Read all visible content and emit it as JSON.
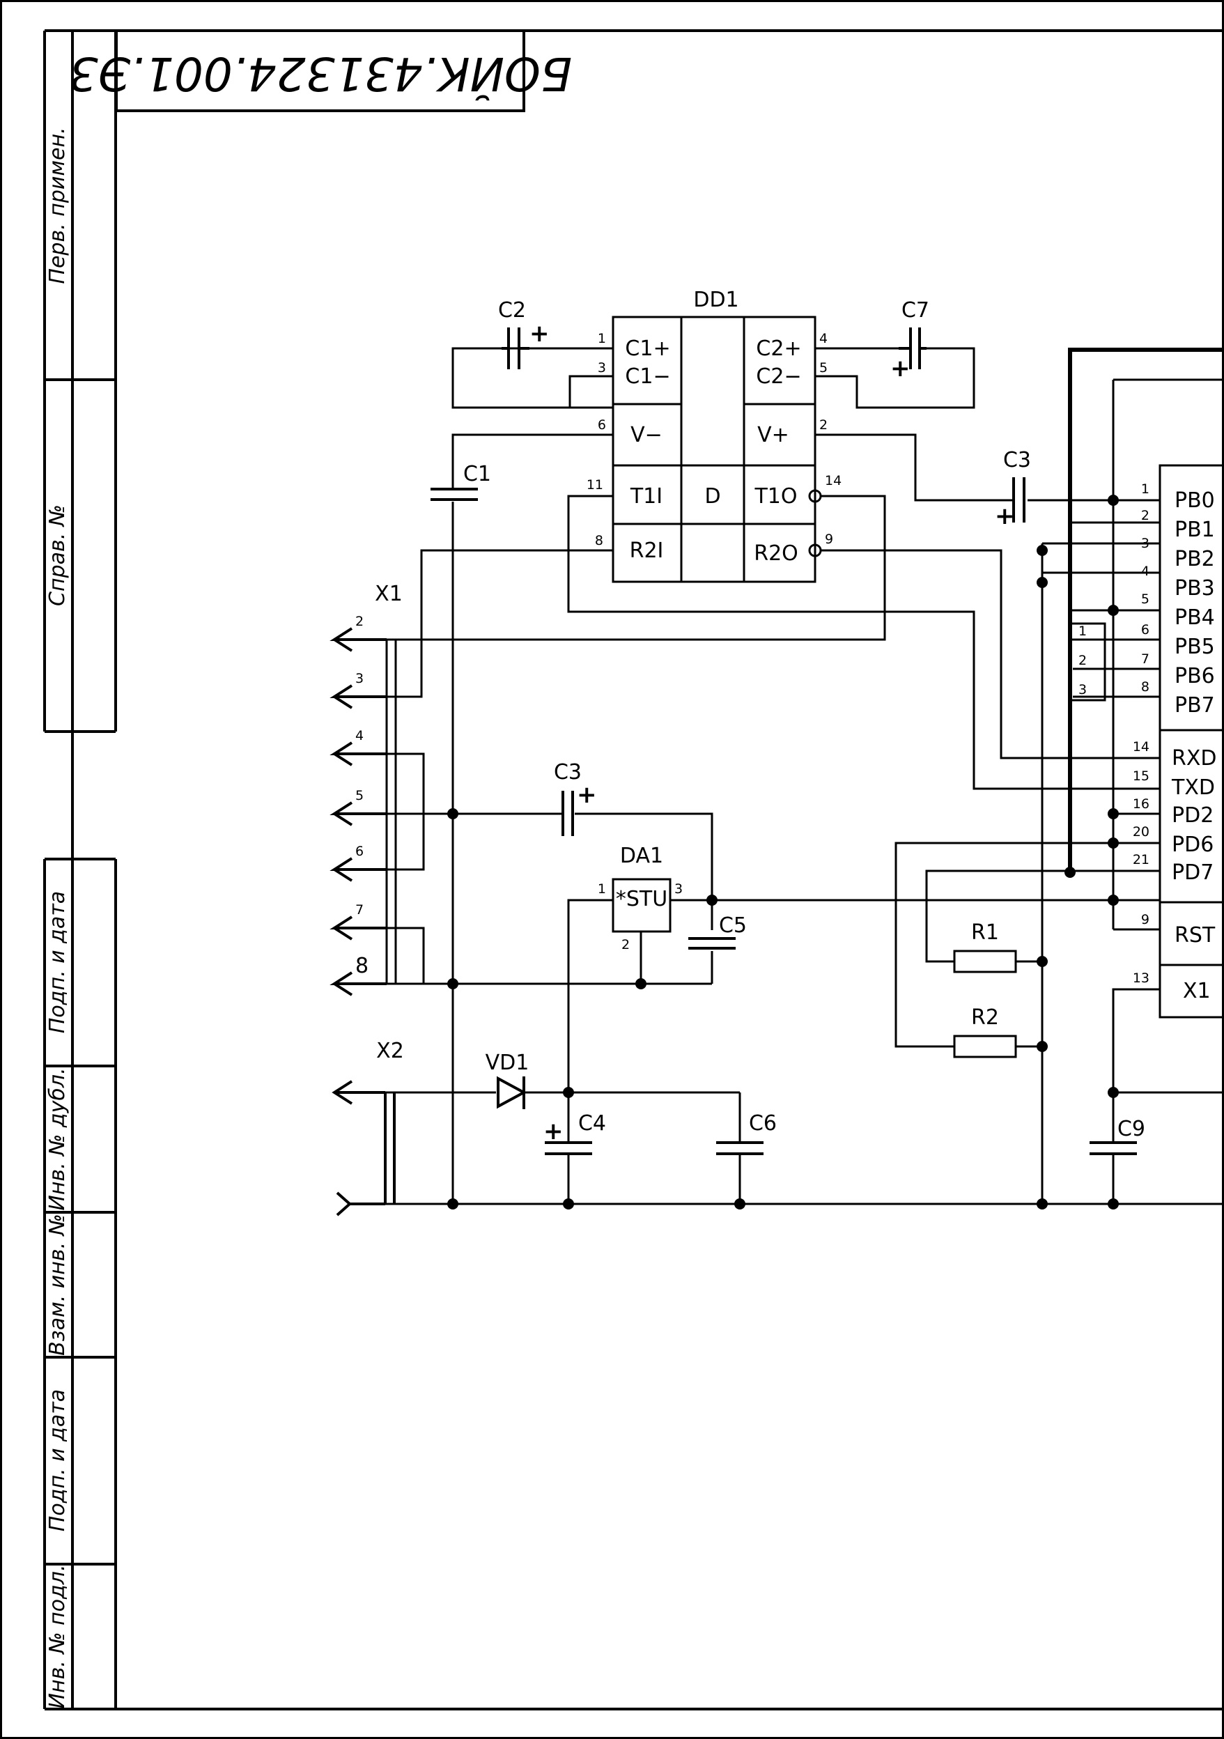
{
  "stamp": {
    "doc_code": "БОЙК.431324.001.Э3"
  },
  "side_columns": [
    "Перв. примен.",
    "Справ. №",
    "Подп. и дата",
    "Инв. № дубл.",
    "Взам. инв. №",
    "Подп. и дата",
    "Инв. № подл."
  ],
  "components": {
    "dd1": {
      "ref": "DD1",
      "cells": {
        "c1p": "C1+",
        "c1m": "C1−",
        "vm": "V−",
        "t1i": "T1I",
        "d": "D",
        "r2i": "R2I",
        "c2p": "C2+",
        "c2m": "C2−",
        "vp": "V+",
        "t1o": "T1O",
        "r2o": "R2O"
      },
      "pins": {
        "p1": "1",
        "p3": "3",
        "p6": "6",
        "p11": "11",
        "p8": "8",
        "p4": "4",
        "p5": "5",
        "p2": "2",
        "p14": "14",
        "p9": "9"
      }
    },
    "da1": {
      "ref": "DA1",
      "body": "*STU",
      "pins": {
        "p1": "1",
        "p2": "2",
        "p3": "3"
      }
    },
    "capacitors": {
      "c1": "C1",
      "c2": "C2",
      "c3a": "C3",
      "c3b": "C3",
      "c4": "C4",
      "c5": "C5",
      "c6": "C6",
      "c7": "C7",
      "c9": "C9"
    },
    "resistors": {
      "r1": "R1",
      "r2": "R2"
    },
    "diode": {
      "ref": "VD1"
    },
    "x1": {
      "ref": "X1",
      "pins": [
        "2",
        "3",
        "4",
        "5",
        "6",
        "7",
        "8"
      ]
    },
    "x2": {
      "ref": "X2"
    },
    "plus": "+",
    "mcu": {
      "ports": [
        "PB0",
        "PB1",
        "PB2",
        "PB3",
        "PB4",
        "PB5",
        "PB6",
        "PB7"
      ],
      "port_pins": [
        "1",
        "2",
        "3",
        "4",
        "5",
        "6",
        "7",
        "8"
      ],
      "jumpers": [
        "1",
        "2",
        "3"
      ],
      "uart": [
        "RXD",
        "TXD",
        "PD2",
        "PD6",
        "PD7"
      ],
      "uart_pins": [
        "14",
        "15",
        "16",
        "20",
        "21"
      ],
      "rst": "RST",
      "rst_pin": "9",
      "x1": "X1",
      "x1_pin": "13"
    }
  }
}
